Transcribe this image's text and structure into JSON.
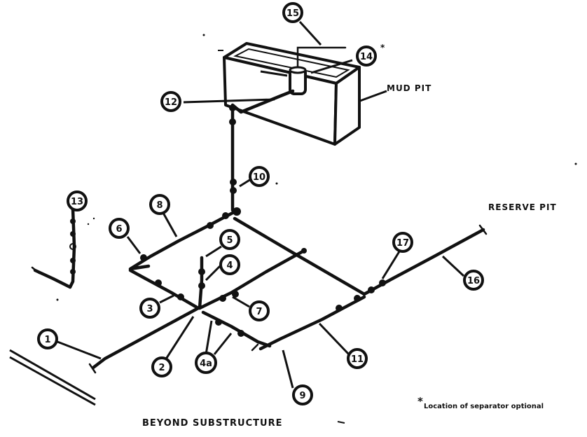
{
  "labels": {
    "mud_pit": "MUD PIT",
    "reserve_pit": "RESERVE PIT",
    "beyond_substructure": "BEYOND SUBSTRUCTURE",
    "footnote": "Location of separator optional",
    "footnote_marker": "*",
    "asterisk_16": "*"
  },
  "callouts": [
    "1",
    "2",
    "3",
    "4",
    "4a",
    "5",
    "6",
    "7",
    "8",
    "9",
    "10",
    "11",
    "12",
    "13",
    "14",
    "15",
    "16",
    "17"
  ]
}
